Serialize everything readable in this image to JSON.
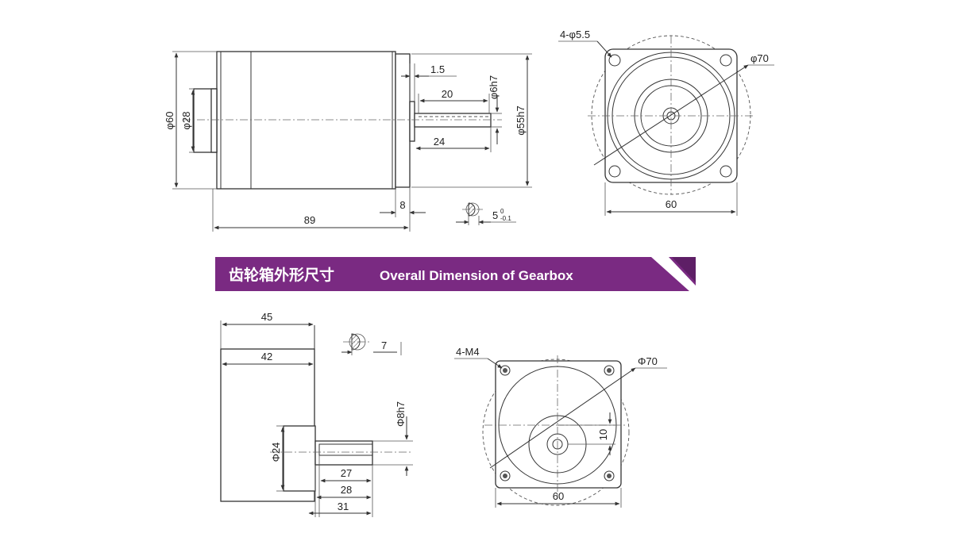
{
  "banner": {
    "title_cn": "齿轮箱外形尺寸",
    "title_en": "Overall Dimension of Gearbox",
    "color": "#7a2a82"
  },
  "motor_side": {
    "dims": {
      "dia_body": "φ60",
      "dia_boss": "φ28",
      "shaft_step": "1.5",
      "shaft_dia": "φ6h7",
      "flat_len": "20",
      "shaft_len": "24",
      "pilot_dia": "φ55h7",
      "flange_thk": "8",
      "body_len": "89",
      "flat_depth": "5",
      "flat_tol_upper": "0",
      "flat_tol_lower": "-0.1"
    }
  },
  "motor_front": {
    "dims": {
      "holes": "4-φ5.5",
      "pcd": "φ70",
      "width": "60"
    }
  },
  "gearbox_side": {
    "dims": {
      "length_total": "45",
      "length_body": "42",
      "shaft_dia": "Φ8h7",
      "boss_dia": "Φ24",
      "key_len": "27",
      "shaft_len": "28",
      "shaft_total": "31",
      "key_depth": "7"
    }
  },
  "gearbox_front": {
    "dims": {
      "holes": "4-M4",
      "pcd": "Φ70",
      "offset": "10",
      "width": "60"
    }
  }
}
